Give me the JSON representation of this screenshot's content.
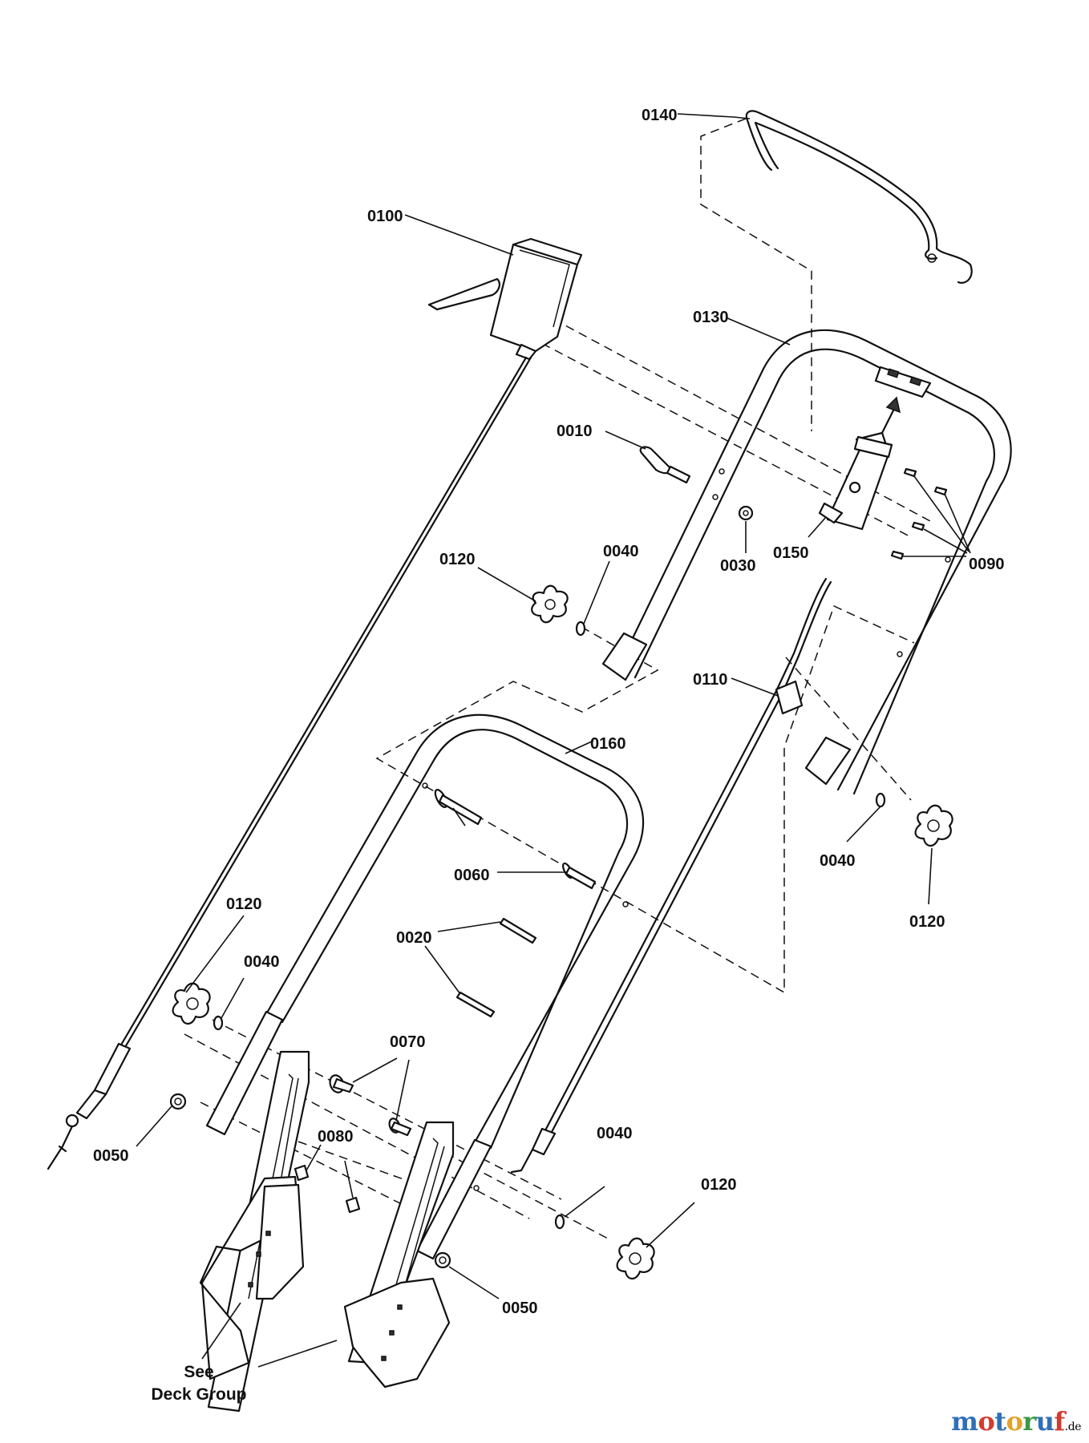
{
  "callouts": [
    {
      "id": "c0140a",
      "text": "0140"
    },
    {
      "id": "c0100",
      "text": "0100"
    },
    {
      "id": "c0130",
      "text": "0130"
    },
    {
      "id": "c0010",
      "text": "0010"
    },
    {
      "id": "c0040a",
      "text": "0040"
    },
    {
      "id": "c0120a",
      "text": "0120"
    },
    {
      "id": "c0030",
      "text": "0030"
    },
    {
      "id": "c0150",
      "text": "0150"
    },
    {
      "id": "c0090",
      "text": "0090"
    },
    {
      "id": "c0110",
      "text": "0110"
    },
    {
      "id": "c0160",
      "text": "0160"
    },
    {
      "id": "c0060",
      "text": "0060"
    },
    {
      "id": "c0040b",
      "text": "0040"
    },
    {
      "id": "c0120b",
      "text": "0120"
    },
    {
      "id": "c0020",
      "text": "0020"
    },
    {
      "id": "c0120c",
      "text": "0120"
    },
    {
      "id": "c0040c",
      "text": "0040"
    },
    {
      "id": "c0070",
      "text": "0070"
    },
    {
      "id": "c0050a",
      "text": "0050"
    },
    {
      "id": "c0080",
      "text": "0080"
    },
    {
      "id": "c0040d",
      "text": "0040"
    },
    {
      "id": "c0120d",
      "text": "0120"
    },
    {
      "id": "c0050b",
      "text": "0050"
    }
  ],
  "note": {
    "line1": "See",
    "line2": "Deck Group"
  },
  "watermark": {
    "letters": [
      {
        "ch": "m",
        "color": "#2f6fb8"
      },
      {
        "ch": "o",
        "color": "#d23b2f"
      },
      {
        "ch": "t",
        "color": "#2f6fb8"
      },
      {
        "ch": "o",
        "color": "#e0a22a"
      },
      {
        "ch": "r",
        "color": "#3a9a46"
      },
      {
        "ch": "u",
        "color": "#2f6fb8"
      },
      {
        "ch": "f",
        "color": "#d23b2f"
      }
    ],
    "suffix": ".de"
  }
}
